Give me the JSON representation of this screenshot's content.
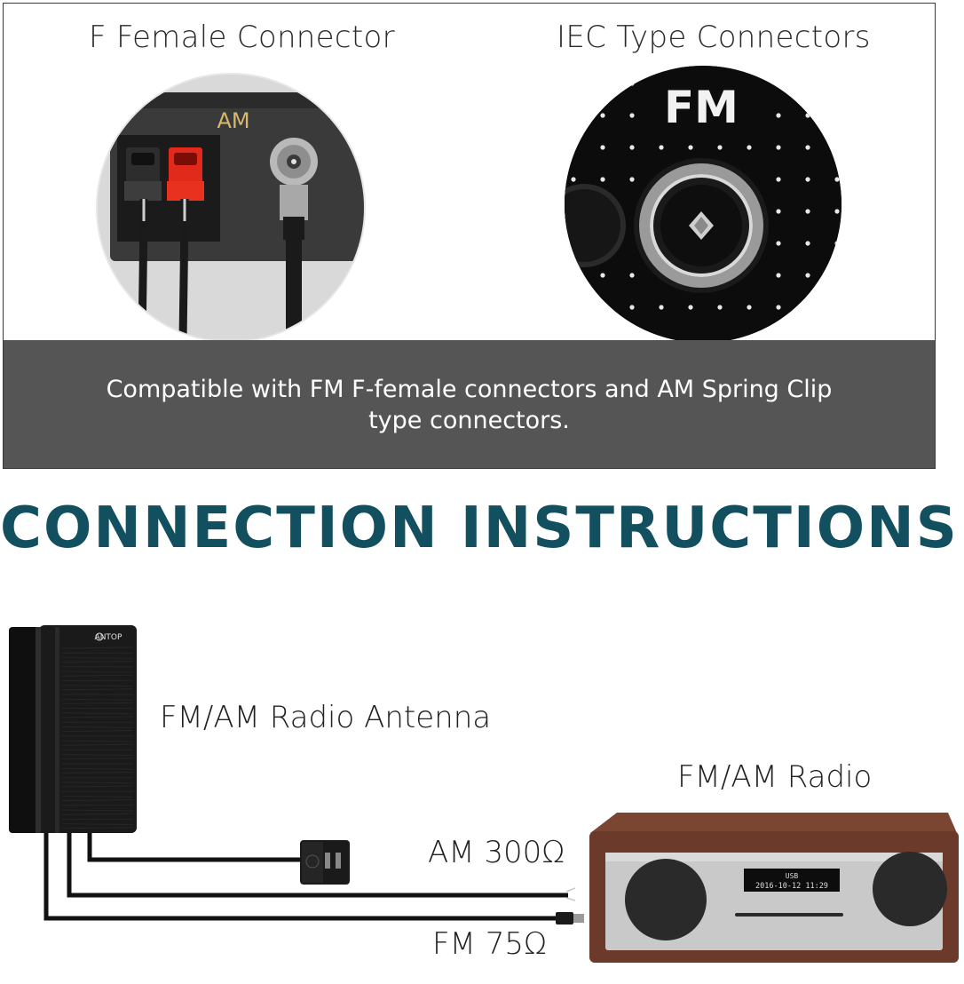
{
  "connectors": {
    "f_female": {
      "title": "F Female Connector",
      "panel_text": "AM"
    },
    "iec": {
      "title": "IEC Type Connectors",
      "panel_text": "FM"
    },
    "caption": "Compatible with FM F-female connectors and AM Spring Clip type connectors."
  },
  "heading": "CONNECTION INSTRUCTIONS",
  "diagram": {
    "antenna_label": "FM/AM Radio Antenna",
    "antenna_brand": "ANTOP",
    "radio_label": "FM/AM Radio",
    "radio_display_top": "USB",
    "radio_display_bottom": "2016-10-12 11:29",
    "am_label": "AM 300Ω",
    "fm_label": "FM 75Ω"
  },
  "colors": {
    "heading": "#13505f",
    "caption_band": "#555555",
    "radio_wood": "#6b3a2a",
    "radio_panel": "#c9c9c9"
  }
}
